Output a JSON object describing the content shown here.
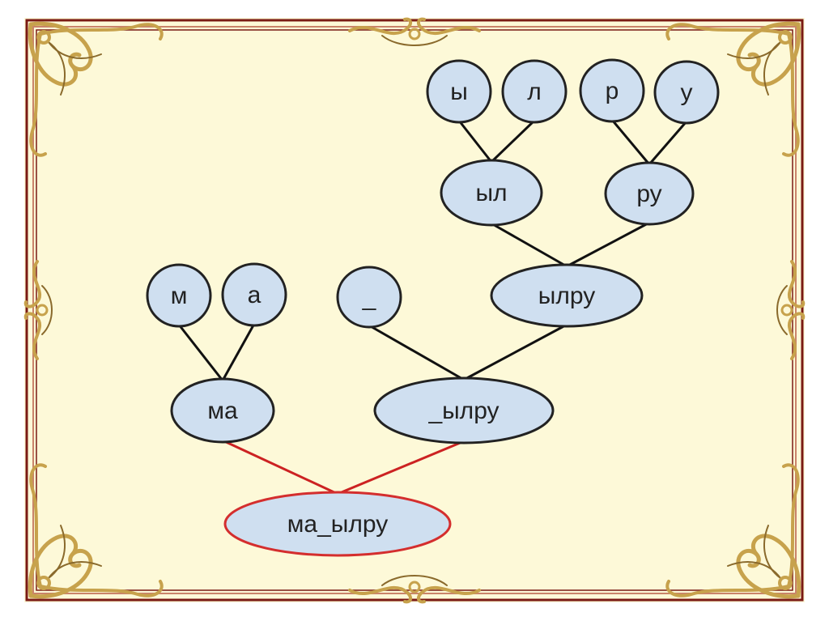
{
  "colors": {
    "page_background": "#fdf9d8",
    "frame_dark": "#7a1a14",
    "frame_light": "#c9836a",
    "ornament": "#c7a24c",
    "ornament_shadow": "#8a6a2c",
    "node_fill": "#cfdff0",
    "node_stroke": "#222222",
    "edge": "#111111",
    "root_stroke": "#d42e2e",
    "root_edge": "#cc2222"
  },
  "diagram": {
    "nodes": [
      {
        "id": "y",
        "label": "ы",
        "shape": "circle"
      },
      {
        "id": "l",
        "label": "л",
        "shape": "circle"
      },
      {
        "id": "r",
        "label": "р",
        "shape": "circle"
      },
      {
        "id": "u",
        "label": "у",
        "shape": "circle"
      },
      {
        "id": "yl",
        "label": "ыл",
        "shape": "ellipse"
      },
      {
        "id": "ru",
        "label": "ру",
        "shape": "ellipse"
      },
      {
        "id": "m",
        "label": "м",
        "shape": "circle"
      },
      {
        "id": "a",
        "label": "а",
        "shape": "circle"
      },
      {
        "id": "us",
        "label": "_",
        "shape": "circle"
      },
      {
        "id": "ylru",
        "label": "ылру",
        "shape": "ellipse"
      },
      {
        "id": "ma",
        "label": "ма",
        "shape": "ellipse"
      },
      {
        "id": "_ylru",
        "label": "_ылру",
        "shape": "ellipse"
      },
      {
        "id": "root",
        "label": "ма_ылру",
        "shape": "ellipse",
        "highlight": true
      }
    ],
    "edges": [
      {
        "from": "y",
        "to": "yl"
      },
      {
        "from": "l",
        "to": "yl"
      },
      {
        "from": "r",
        "to": "ru"
      },
      {
        "from": "u",
        "to": "ru"
      },
      {
        "from": "yl",
        "to": "ylru"
      },
      {
        "from": "ru",
        "to": "ylru"
      },
      {
        "from": "m",
        "to": "ma"
      },
      {
        "from": "a",
        "to": "ma"
      },
      {
        "from": "us",
        "to": "_ylru"
      },
      {
        "from": "ylru",
        "to": "_ylru"
      },
      {
        "from": "ma",
        "to": "root",
        "highlight": true
      },
      {
        "from": "_ylru",
        "to": "root",
        "highlight": true
      }
    ]
  }
}
